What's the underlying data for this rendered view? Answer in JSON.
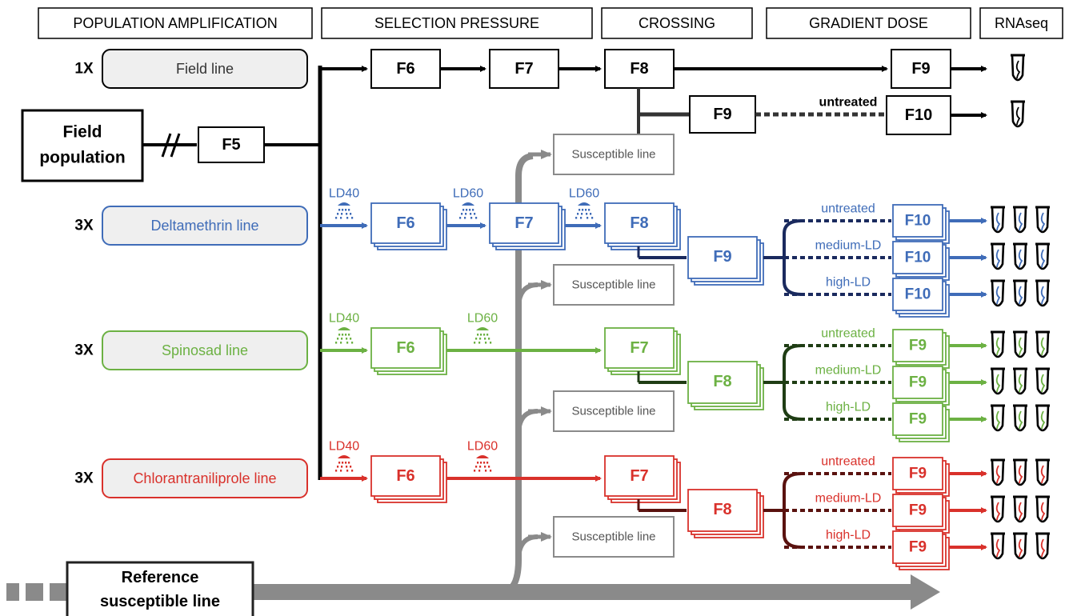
{
  "headers": {
    "amplification": "POPULATION AMPLIFICATION",
    "selection": "SELECTION PRESSURE",
    "crossing": "CROSSING",
    "gradient": "GRADIENT DOSE",
    "rnaseq": "RNAseq"
  },
  "source": {
    "field_population": [
      "Field",
      "population"
    ],
    "f5": "F5",
    "reference": [
      "Reference",
      "susceptible line"
    ]
  },
  "susceptible_label": "Susceptible line",
  "lines": [
    {
      "id": "field",
      "color": "#000000",
      "dark": "#333333",
      "multiplier": "1X",
      "name": "Field line",
      "gens": [
        "F6",
        "F7",
        "F8"
      ],
      "cross": "F9",
      "dose_labels": [
        "untreated"
      ],
      "finals": [
        "F9",
        "F10"
      ]
    },
    {
      "id": "deltamethrin",
      "color": "#3f6cb8",
      "dark": "#1a2a5e",
      "multiplier": "3X",
      "name": "Deltamethrin line",
      "ld_labels": [
        "LD40",
        "LD60",
        "LD60"
      ],
      "gens": [
        "F6",
        "F7",
        "F8"
      ],
      "cross": "F9",
      "dose_labels": [
        "untreated",
        "medium-LD",
        "high-LD"
      ],
      "finals": [
        "F10",
        "F10",
        "F10"
      ]
    },
    {
      "id": "spinosad",
      "color": "#6cb143",
      "dark": "#1f3d14",
      "multiplier": "3X",
      "name": "Spinosad line",
      "ld_labels": [
        "LD40",
        "LD60"
      ],
      "gens": [
        "F6",
        "F7"
      ],
      "cross": "F8",
      "dose_labels": [
        "untreated",
        "medium-LD",
        "high-LD"
      ],
      "finals": [
        "F9",
        "F9",
        "F9"
      ]
    },
    {
      "id": "chlorantraniliprole",
      "color": "#d9312b",
      "dark": "#5a120f",
      "multiplier": "3X",
      "name": "Chlorantraniliprole line",
      "ld_labels": [
        "LD40",
        "LD60"
      ],
      "gens": [
        "F6",
        "F7"
      ],
      "cross": "F8",
      "dose_labels": [
        "untreated",
        "medium-LD",
        "high-LD"
      ],
      "finals": [
        "F9",
        "F9",
        "F9"
      ]
    }
  ],
  "colors": {
    "black": "#000000",
    "grey": "#8a8a8a",
    "line_box_fill": "#efefef"
  }
}
